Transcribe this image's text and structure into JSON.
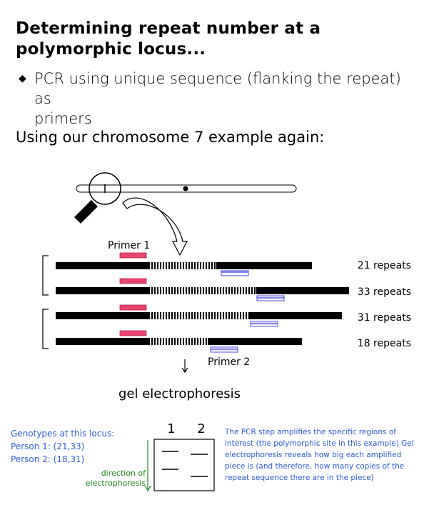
{
  "title": {
    "line1": "Determining repeat number at a",
    "line2": "polymorphic locus..."
  },
  "bullet": {
    "symbol": "◆",
    "text_line1": "PCR using unique sequence (flanking the repeat) as",
    "text_line2": "primers"
  },
  "intro": "Using our chromosome 7 example again:",
  "labels": {
    "primer1": "Primer 1",
    "primer2": "Primer 2",
    "process": "gel electrophoresis"
  },
  "alleles": [
    {
      "label": "21 repeats",
      "repeats": 21
    },
    {
      "label": "33 repeats",
      "repeats": 33
    },
    {
      "label": "31 repeats",
      "repeats": 31
    },
    {
      "label": "18 repeats",
      "repeats": 18
    }
  ],
  "gel": {
    "lane1": "1",
    "lane2": "2",
    "direction_label": "direction of electrophoresis"
  },
  "genotypes": {
    "heading": "Genotypes at this locus:",
    "person1": "Person 1: (21,33)",
    "person2": "Person 2: (18,31)"
  },
  "explanation": "The PCR step amplifies the specific regions of interest (the polymorphic site in this example) Gel electrophoresis reveals how big each amplified piece is (and therefore, how many copies of the repeat sequence there are in the piece)",
  "colors": {
    "primer1": "#e8466e",
    "primer2": "#4a4ad8",
    "note_text": "#2c5bd8",
    "direction": "#1a8a1a"
  }
}
